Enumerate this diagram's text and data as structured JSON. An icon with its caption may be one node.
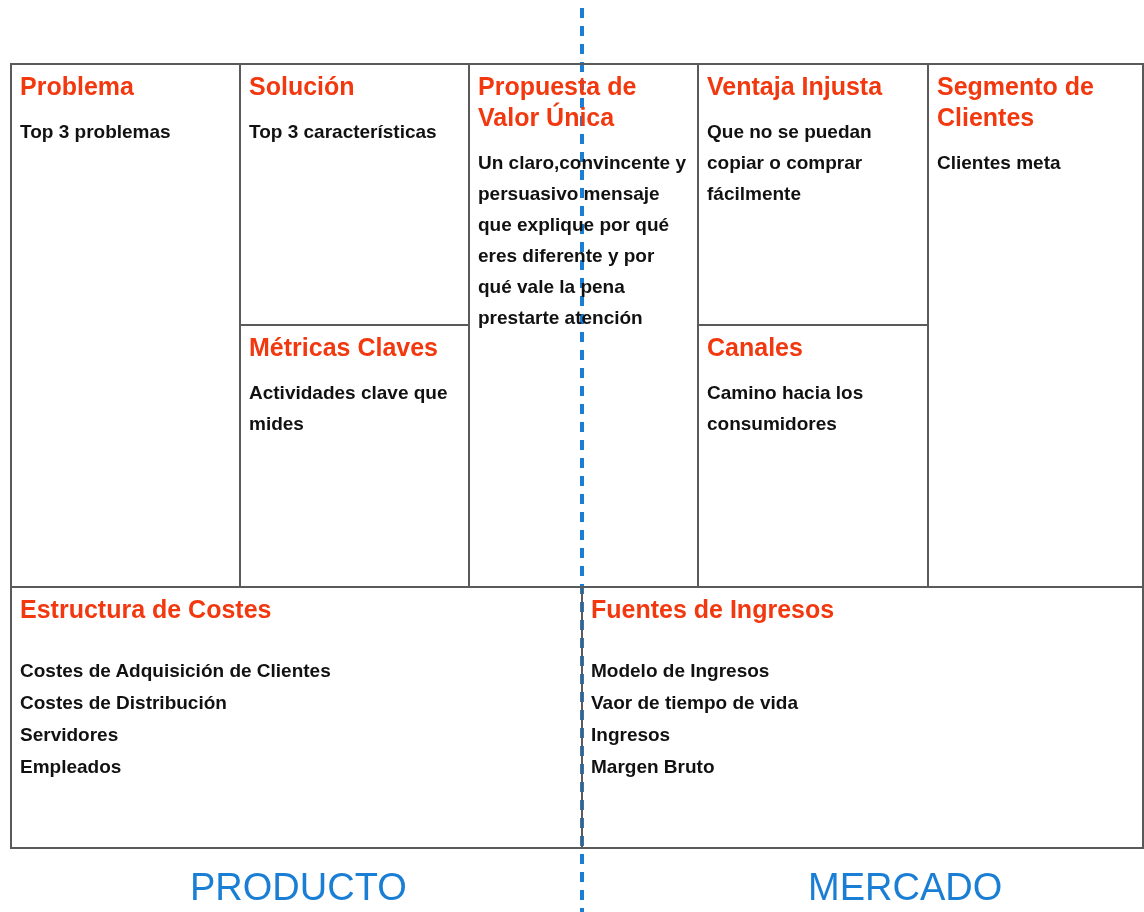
{
  "diagram": {
    "nodes": [
      {
        "text": [
          "Problema",
          "Top 3 problemas"
        ]
      },
      {
        "text": [
          "Solución",
          "Top 3 características"
        ]
      },
      {
        "text": [
          "Propuesta de Valor Única",
          "Un claro,convincente y persuasivo mensaje que explique por qué eres diferente y por qué vale la pena prestarte atención"
        ]
      },
      {
        "text": [
          "Ventaja Injusta",
          "Que no se puedan copiar o comprar fácilmente"
        ]
      },
      {
        "text": [
          "Segmento de Clientes",
          "Clientes meta"
        ]
      },
      {
        "text": [
          "Métricas Claves",
          "Actividades clave que mides"
        ]
      },
      {
        "text": [
          "Canales",
          "Camino hacia los consumidores"
        ]
      },
      {
        "text": [
          "Estructura de Costes",
          "Costes de Adquisición de Clientes",
          "Costes de Distribución",
          "Servidores",
          "Empleados"
        ]
      },
      {
        "text": [
          "Fuentes de Ingresos",
          "Modelo de Ingresos",
          "Vaor de tiempo de vida",
          "Ingresos",
          "Margen Bruto"
        ]
      }
    ],
    "edges": [],
    "labels": [
      "PRODUCTO",
      "MERCADO"
    ]
  }
}
